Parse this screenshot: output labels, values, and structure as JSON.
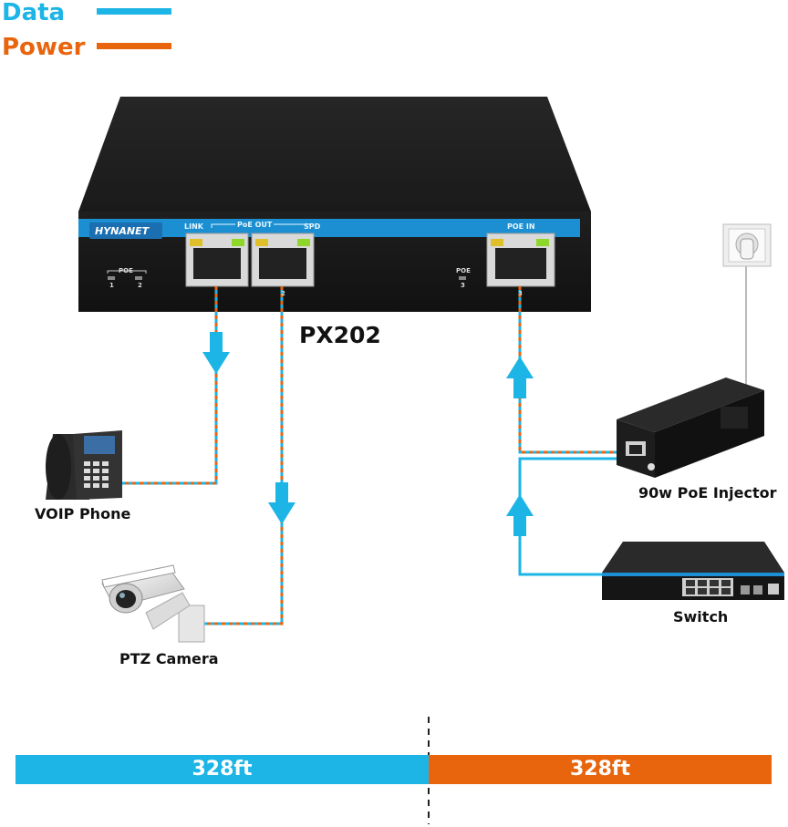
{
  "legend": {
    "data_label": "Data",
    "power_label": "Power",
    "data_color": "#1cb5e6",
    "power_color": "#e8650e"
  },
  "switch_device": {
    "model": "PX202",
    "brand_logo": "HYNANET",
    "panel_labels": {
      "link": "LINK",
      "poe_out": "PoE OUT",
      "spd": "SPD",
      "poe_in": "POE IN"
    },
    "poe_indicator_label": "POE",
    "poe_indicator_ports": [
      "1",
      "2"
    ],
    "poe_in_indicator_label": "POE",
    "poe_in_indicator_port": "3",
    "port_numbers": [
      "2",
      "3"
    ]
  },
  "devices": {
    "voip_phone": "VOIP Phone",
    "ptz_camera": "PTZ Camera",
    "poe_injector": "90w PoE Injector",
    "network_switch": "Switch"
  },
  "distance": {
    "data_segment": "328ft",
    "power_segment": "328ft"
  },
  "icons": [
    "down-arrow-icon",
    "up-arrow-icon",
    "wall-outlet-icon",
    "voip-phone-icon",
    "ptz-camera-icon",
    "poe-injector-icon",
    "network-switch-icon"
  ]
}
